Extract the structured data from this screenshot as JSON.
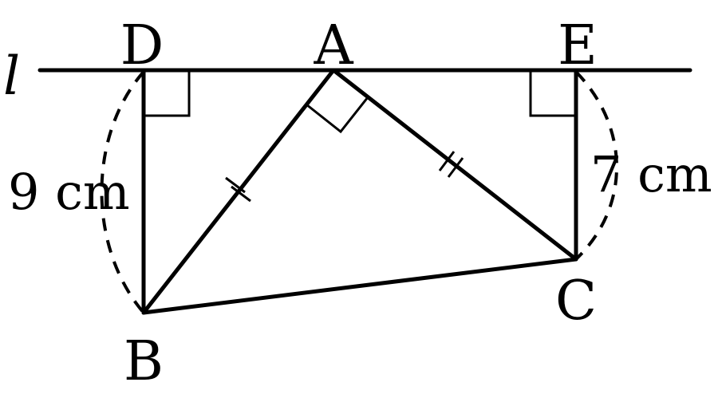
{
  "diagram": {
    "line_label": "l",
    "points": {
      "D": "D",
      "A": "A",
      "E": "E",
      "B": "B",
      "C": "C"
    },
    "lengths": {
      "DB": "9 cm",
      "EC": "7 cm"
    },
    "colors": {
      "stroke": "#000000",
      "background": "#ffffff"
    }
  }
}
